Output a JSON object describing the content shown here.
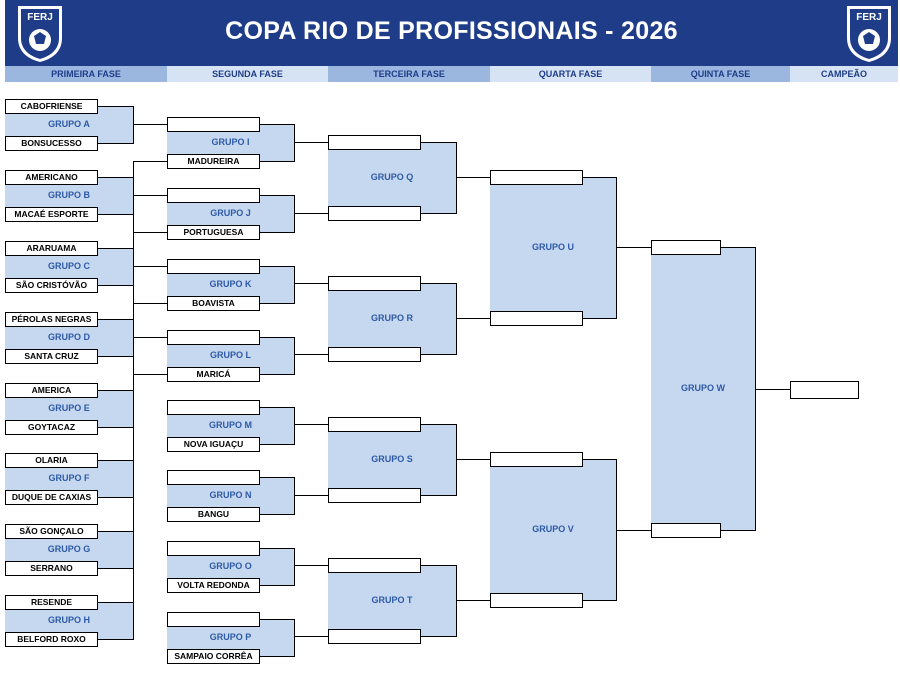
{
  "title": "COPA RIO DE PROFISSIONAIS - 2026",
  "logo": {
    "text": "FERJ"
  },
  "colors": {
    "header": "#1f3c88",
    "phase_dark": "#9bb7e0",
    "phase_light": "#d6e3f4",
    "group_fill": "#c6d8f0",
    "group_text": "#2e5aa6"
  },
  "phases": [
    "PRIMEIRA FASE",
    "SEGUNDA FASE",
    "TERCEIRA FASE",
    "QUARTA FASE",
    "QUINTA FASE",
    "CAMPEÃO"
  ],
  "round1": [
    {
      "group": "GRUPO A",
      "team1": "CABOFRIENSE",
      "team2": "BONSUCESSO"
    },
    {
      "group": "GRUPO B",
      "team1": "AMERICANO",
      "team2": "MACAÉ ESPORTE"
    },
    {
      "group": "GRUPO C",
      "team1": "ARARUAMA",
      "team2": "SÃO CRISTÓVÃO"
    },
    {
      "group": "GRUPO D",
      "team1": "PÉROLAS NEGRAS",
      "team2": "SANTA CRUZ"
    },
    {
      "group": "GRUPO E",
      "team1": "AMERICA",
      "team2": "GOYTACAZ"
    },
    {
      "group": "GRUPO F",
      "team1": "OLARIA",
      "team2": "DUQUE DE CAXIAS"
    },
    {
      "group": "GRUPO G",
      "team1": "SÃO GONÇALO",
      "team2": "SERRANO"
    },
    {
      "group": "GRUPO H",
      "team1": "RESENDE",
      "team2": "BELFORD ROXO"
    }
  ],
  "round2": [
    {
      "group": "GRUPO I",
      "team1": "",
      "team2": "MADUREIRA"
    },
    {
      "group": "GRUPO J",
      "team1": "",
      "team2": "PORTUGUESA"
    },
    {
      "group": "GRUPO K",
      "team1": "",
      "team2": "BOAVISTA"
    },
    {
      "group": "GRUPO L",
      "team1": "",
      "team2": "MARICÁ"
    },
    {
      "group": "GRUPO M",
      "team1": "",
      "team2": "NOVA IGUAÇU"
    },
    {
      "group": "GRUPO N",
      "team1": "",
      "team2": "BANGU"
    },
    {
      "group": "GRUPO O",
      "team1": "",
      "team2": "VOLTA REDONDA"
    },
    {
      "group": "GRUPO P",
      "team1": "",
      "team2": "SAMPAIO CORRÊA"
    }
  ],
  "round3": [
    {
      "group": "GRUPO Q",
      "team1": "",
      "team2": ""
    },
    {
      "group": "GRUPO R",
      "team1": "",
      "team2": ""
    },
    {
      "group": "GRUPO S",
      "team1": "",
      "team2": ""
    },
    {
      "group": "GRUPO T",
      "team1": "",
      "team2": ""
    }
  ],
  "round4": [
    {
      "group": "GRUPO U",
      "team1": "",
      "team2": ""
    },
    {
      "group": "GRUPO V",
      "team1": "",
      "team2": ""
    }
  ],
  "round5": [
    {
      "group": "GRUPO W",
      "team1": "",
      "team2": ""
    }
  ],
  "champion": ""
}
